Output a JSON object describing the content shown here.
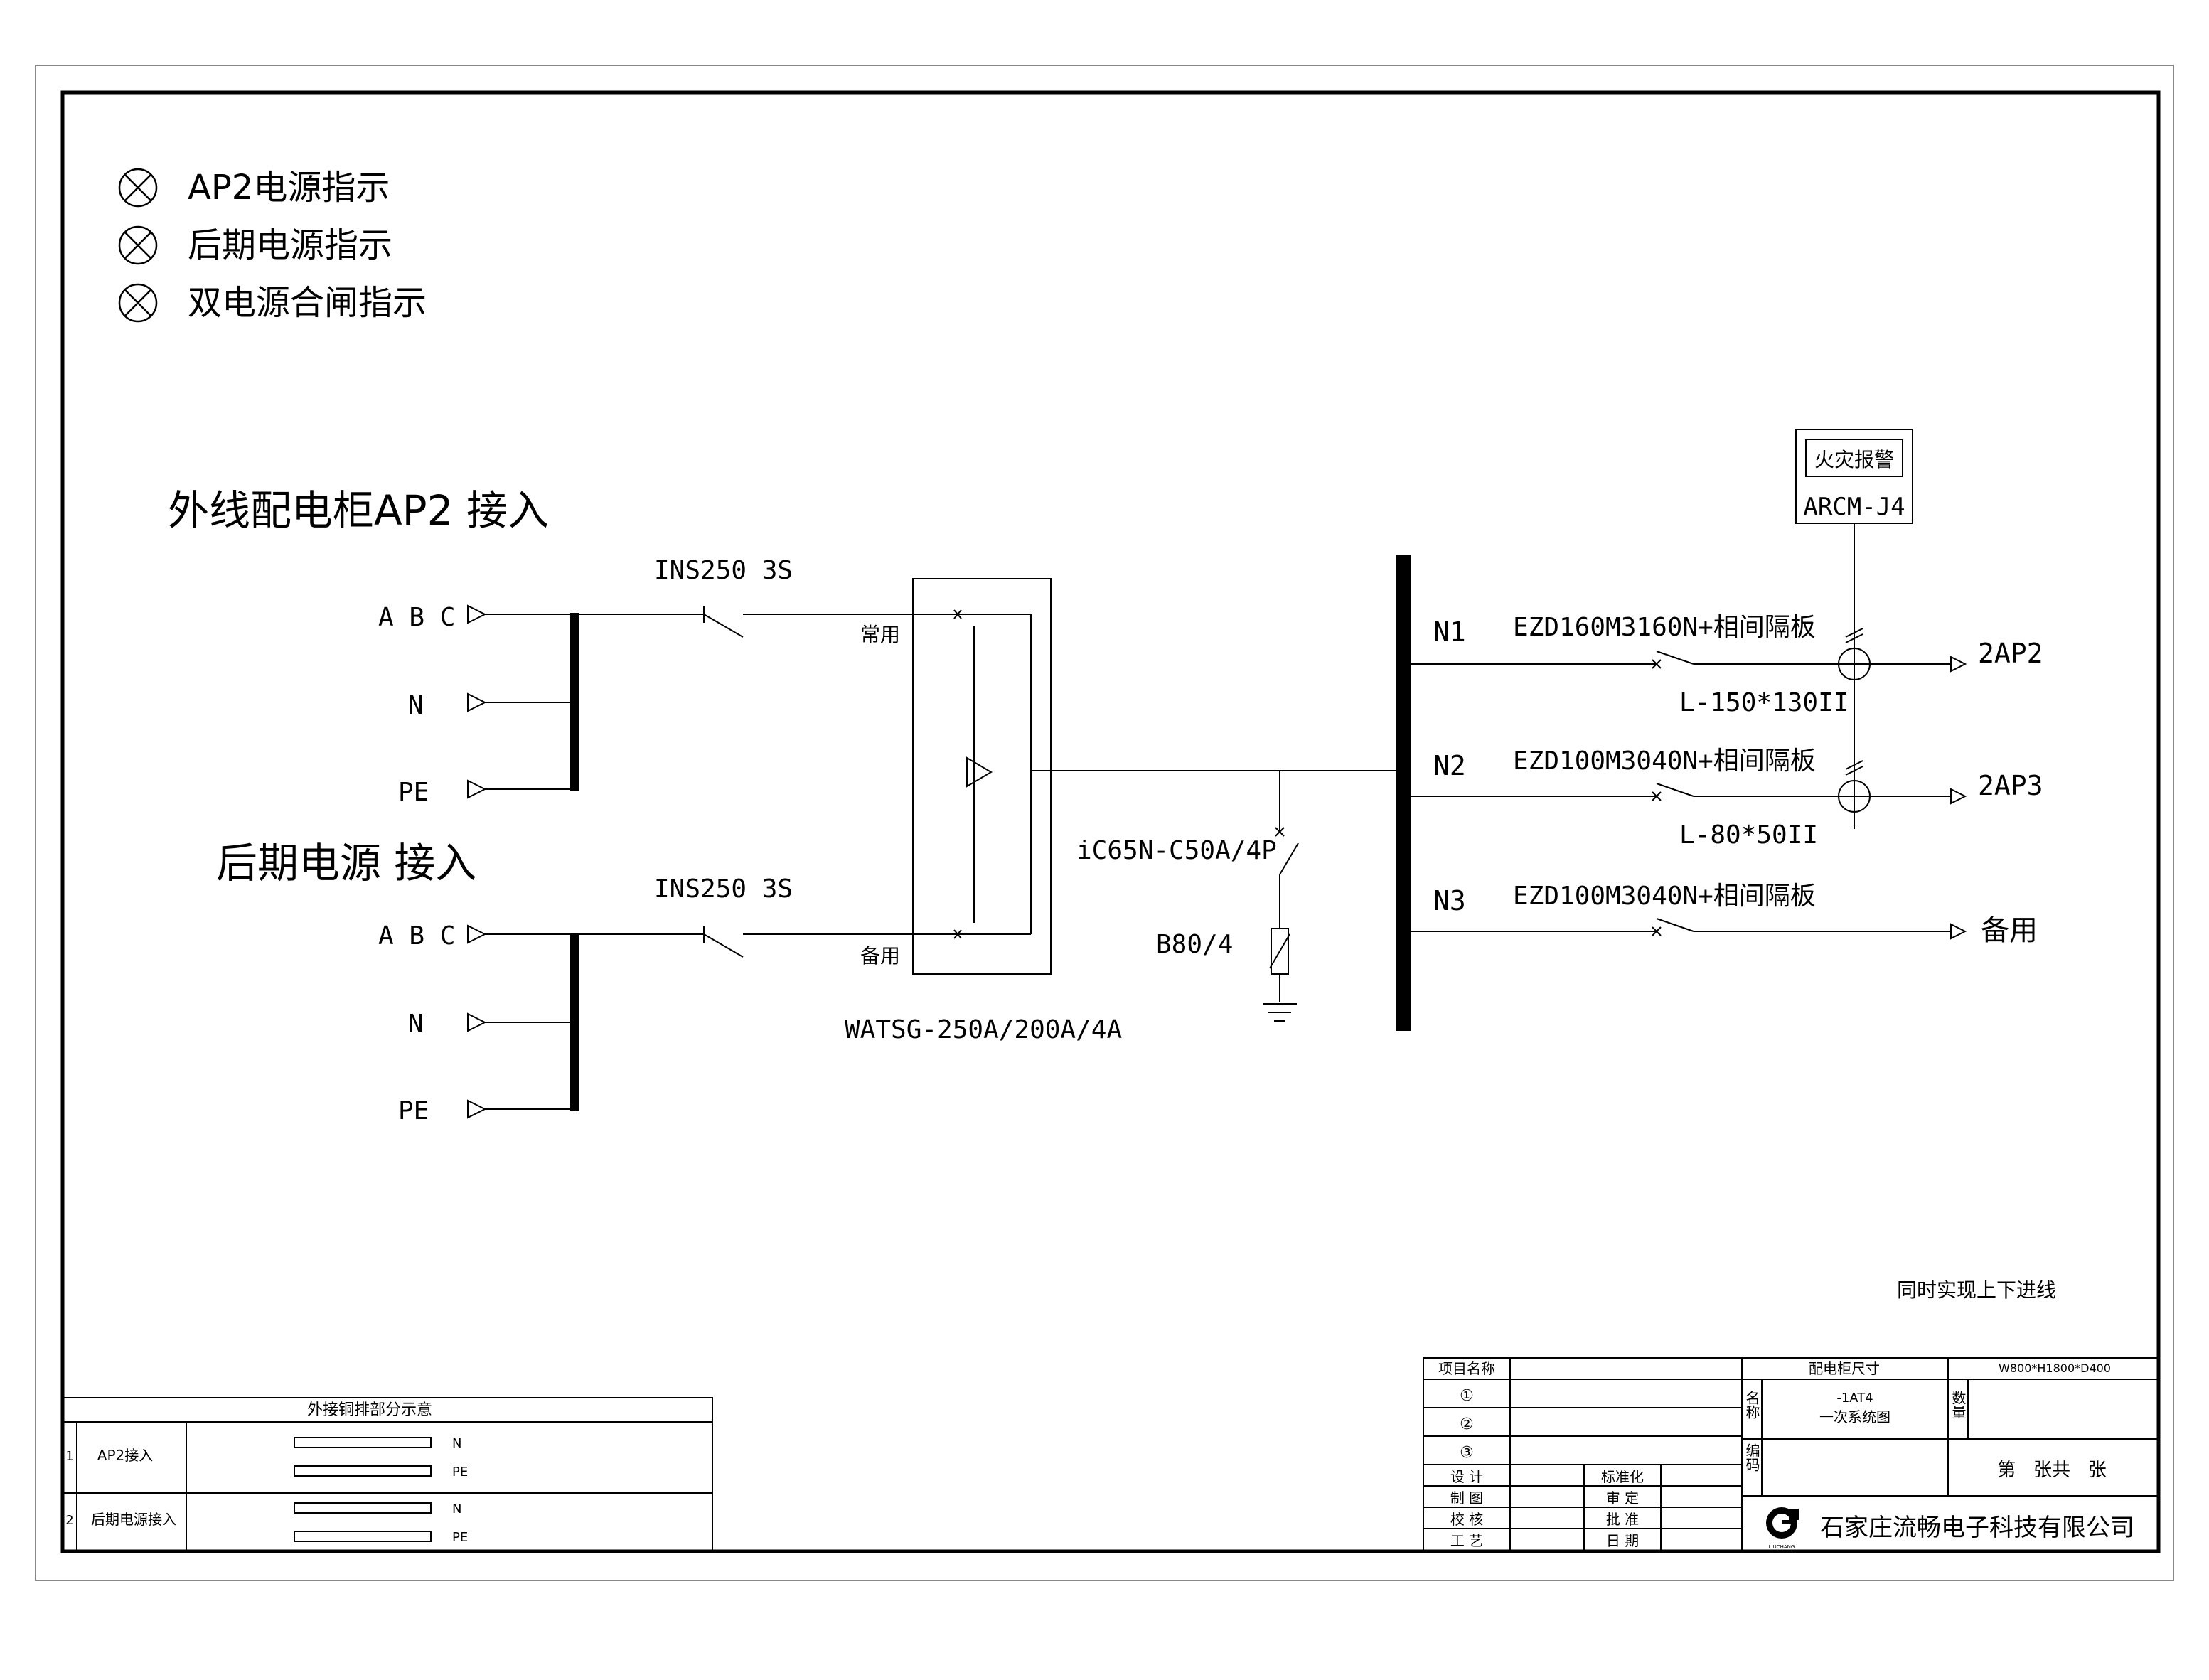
{
  "legend": [
    {
      "icon": "indicator-lamp-icon",
      "label": "AP2电源指示"
    },
    {
      "icon": "indicator-lamp-icon",
      "label": "后期电源指示"
    },
    {
      "icon": "indicator-lamp-icon",
      "label": "双电源合闸指示"
    }
  ],
  "incoming": {
    "source1": {
      "title": "外线配电柜AP2 接入",
      "phase_labels": [
        "A B C",
        "N",
        "PE"
      ],
      "breaker": "INS250 3S",
      "contact_label": "常用"
    },
    "source2": {
      "title": "后期电源 接入",
      "phase_labels": [
        "A B C",
        "N",
        "PE"
      ],
      "breaker": "INS250 3S",
      "contact_label": "备用"
    }
  },
  "ats": {
    "model": "WATSG-250A/200A/4A"
  },
  "surge": {
    "breaker": "iC65N-C50A/4P",
    "arrester": "B80/4"
  },
  "fire_alarm": {
    "label": "火灾报警",
    "model": "ARCM-J4"
  },
  "outgoing": [
    {
      "id": "N1",
      "breaker": "EZD160M3160N+相间隔板",
      "ct": "L-150*130II",
      "dest": "2AP2"
    },
    {
      "id": "N2",
      "breaker": "EZD100M3040N+相间隔板",
      "ct": "L-80*50II",
      "dest": "2AP3"
    },
    {
      "id": "N3",
      "breaker": "EZD100M3040N+相间隔板",
      "ct": "",
      "dest": "备用"
    }
  ],
  "note": "同时实现上下进线",
  "copper_table": {
    "title": "外接铜排部分示意",
    "rows": [
      {
        "no": "1",
        "name": "AP2接入",
        "bar1": "N",
        "bar2": "PE"
      },
      {
        "no": "2",
        "name": "后期电源接入",
        "bar1": "N",
        "bar2": "PE"
      }
    ]
  },
  "title_block": {
    "project_label": "项目名称",
    "items": [
      "①",
      "②",
      "③"
    ],
    "design": "设 计",
    "draw": "制 图",
    "check": "校 核",
    "craft": "工 艺",
    "standard": "标准化",
    "review": "审 定",
    "approve": "批 准",
    "date": "日 期",
    "cabinet_size_label": "配电柜尺寸",
    "cabinet_size": "W800*H1800*D400",
    "name_label": "名称",
    "name_value_1": "-1AT4",
    "name_value_2": "一次系统图",
    "qty_label": "数量",
    "code_label": "编码",
    "sheet": "第   张共   张",
    "company": "石家庄流畅电子科技有限公司",
    "logo_text": "LIUCHANG"
  },
  "colors": {
    "line": "#000000",
    "background": "#ffffff"
  }
}
